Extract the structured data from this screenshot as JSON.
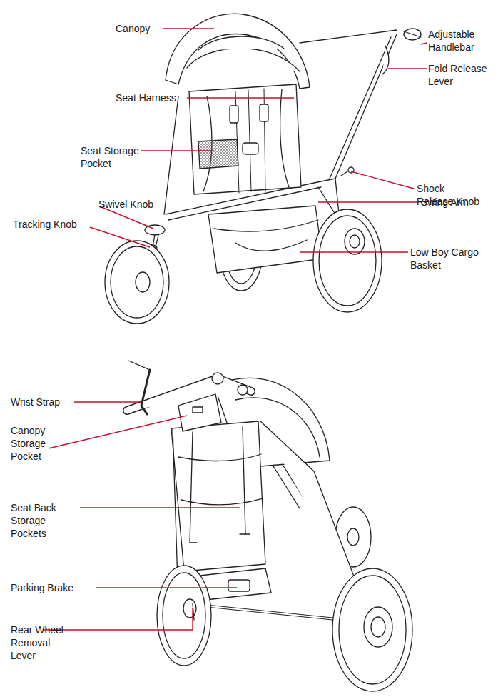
{
  "diagram": {
    "labels": [
      "Canopy",
      "Adjustable Handlebar",
      "Fold Release Lever",
      "Seat Harness",
      "Seat Storage Pocket",
      "Shock Release Knob",
      "Swing Arm",
      "Swivel Knob",
      "Tracking Knob",
      "Low Boy Cargo Basket",
      "Wrist Strap",
      "Canopy Storage Pocket",
      "Seat Back Storage Pockets",
      "Parking Brake",
      "Rear Wheel Removal Lever"
    ]
  }
}
